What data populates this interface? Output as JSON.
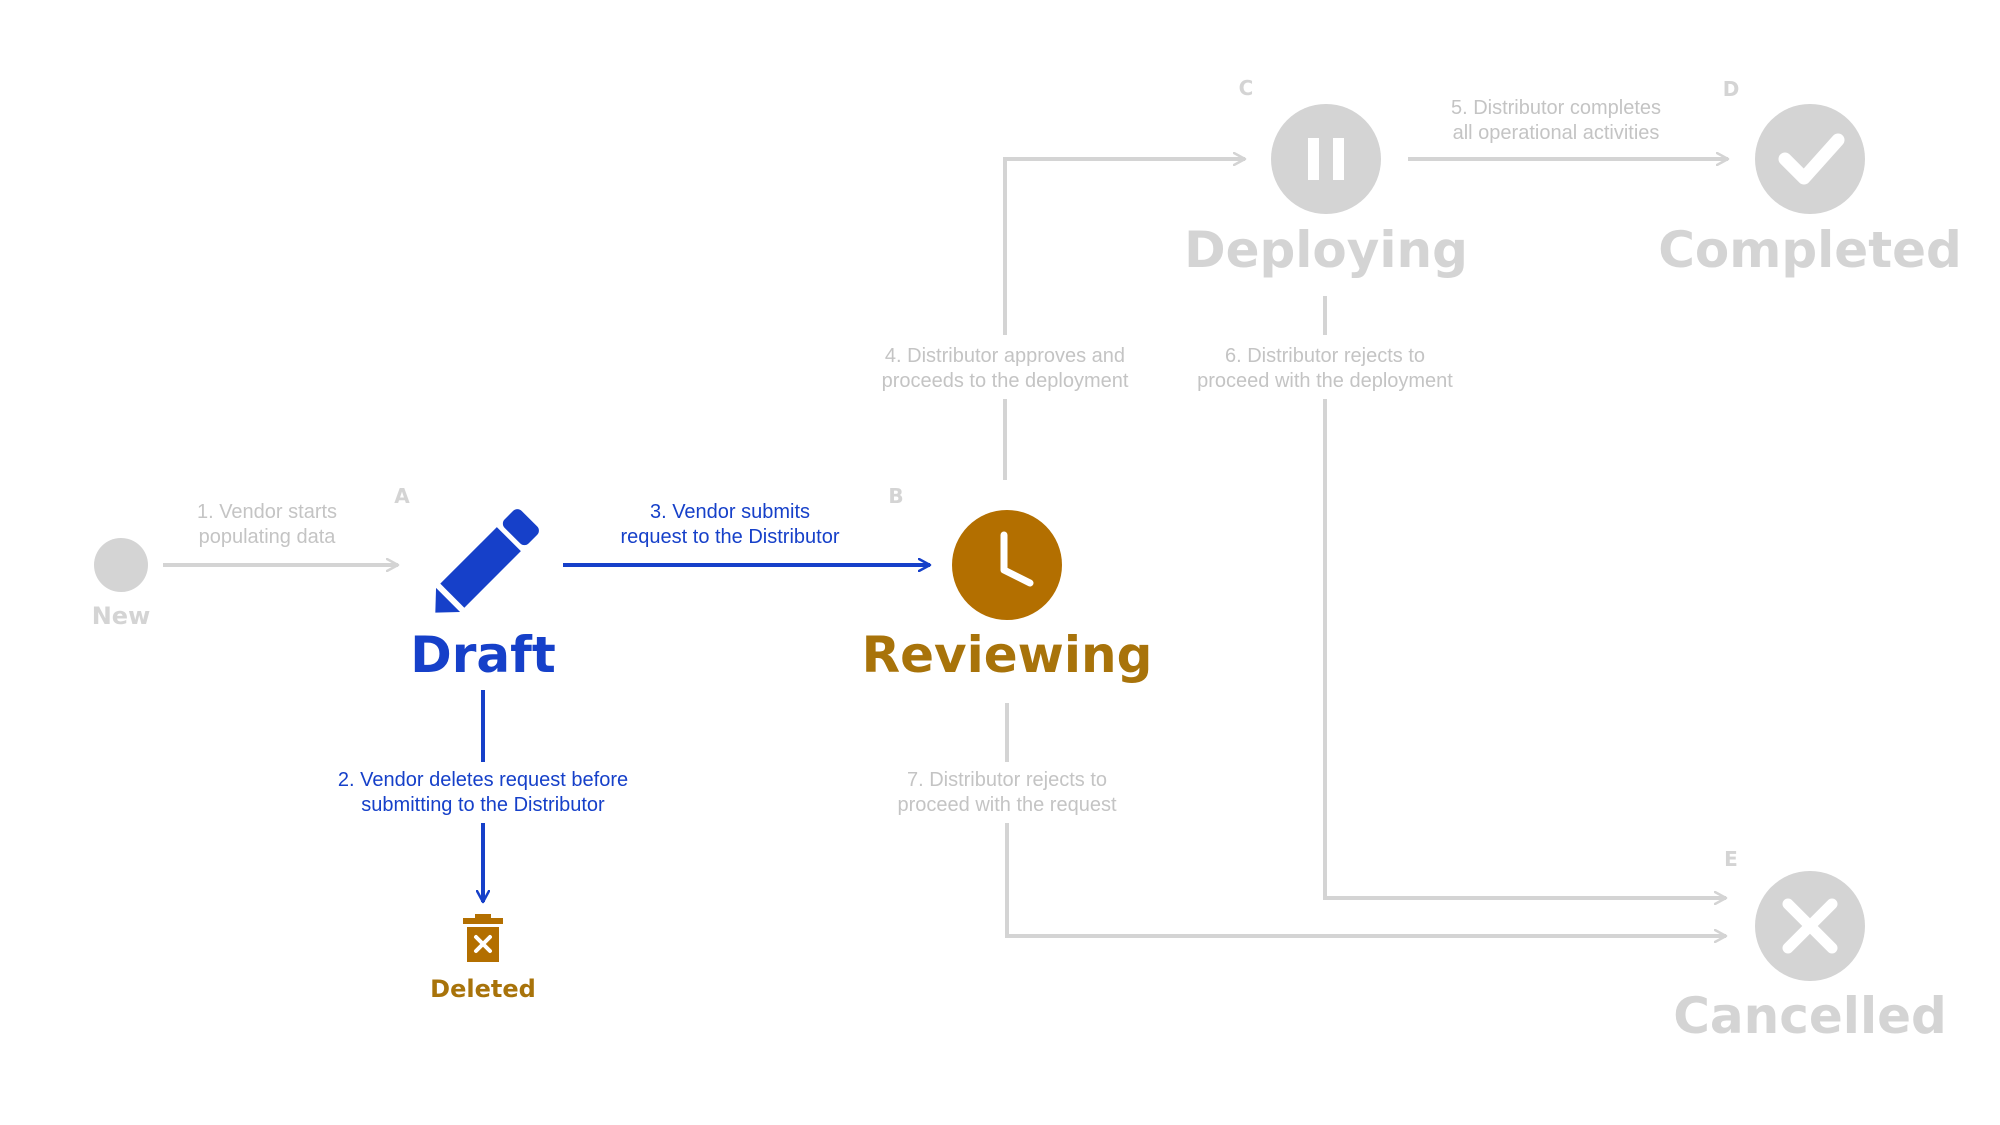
{
  "colors": {
    "inactive": "#d4d4d4",
    "inactive_text": "#c4c4c4",
    "active_blue": "#1640c9",
    "active_gold": "#b36f00",
    "gold_text": "#a8730a",
    "white": "#ffffff"
  },
  "states": {
    "new": {
      "label": "New",
      "icon": "circle-icon"
    },
    "draft": {
      "letter": "A",
      "label": "Draft",
      "icon": "pencil-icon"
    },
    "reviewing": {
      "letter": "B",
      "label": "Reviewing",
      "icon": "clock-icon"
    },
    "deploying": {
      "letter": "C",
      "label": "Deploying",
      "icon": "pause-icon"
    },
    "completed": {
      "letter": "D",
      "label": "Completed",
      "icon": "checkmark-icon"
    },
    "cancelled": {
      "letter": "E",
      "label": "Cancelled",
      "icon": "x-icon"
    },
    "deleted": {
      "label": "Deleted",
      "icon": "trash-icon"
    }
  },
  "transitions": {
    "t1": {
      "line1": "1. Vendor starts",
      "line2": "populating data"
    },
    "t2": {
      "line1": "2. Vendor deletes request before",
      "line2": "submitting to the Distributor"
    },
    "t3": {
      "line1": "3. Vendor submits",
      "line2": "request to the Distributor"
    },
    "t4": {
      "line1": "4. Distributor approves and",
      "line2": "proceeds to the deployment"
    },
    "t5": {
      "line1": "5. Distributor completes",
      "line2": "all operational activities"
    },
    "t6": {
      "line1": "6. Distributor rejects to",
      "line2": "proceed with the deployment"
    },
    "t7": {
      "line1": "7. Distributor rejects to",
      "line2": "proceed with the request"
    }
  }
}
